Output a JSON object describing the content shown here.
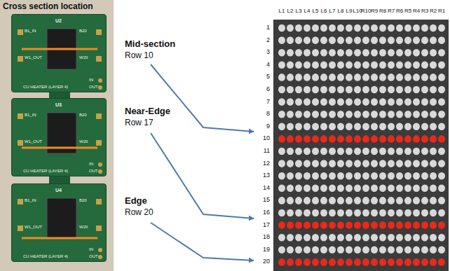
{
  "diagram": {
    "nodes": [
      {
        "text": [
          "U2",
          "B1_IN",
          "W1_OUT",
          "B20",
          "W20",
          "IN",
          "OUT",
          "CU HEATER (LAYER 4)"
        ]
      },
      {
        "text": [
          "U3",
          "B1_IN",
          "W1_OUT",
          "B20",
          "W20",
          "IN",
          "OUT",
          "CU HEATER (LAYER 4)"
        ]
      },
      {
        "text": [
          "U4",
          "B1_IN",
          "W1_OUT",
          "B20",
          "W20",
          "IN",
          "OUT",
          "CU HEATER (LAYER 4)"
        ]
      }
    ],
    "labels": [
      "Cross section location",
      "Mid-section",
      "Row 10",
      "Near-Edge",
      "Row 17",
      "Edge",
      "Row 20",
      "L1",
      "L2",
      "L3",
      "L4",
      "L5",
      "L6",
      "L7",
      "L8",
      "L9",
      "L10",
      "R10",
      "R9",
      "R8",
      "R7",
      "R6",
      "R5",
      "R4",
      "R3",
      "R2",
      "R1",
      "1",
      "2",
      "3",
      "4",
      "5",
      "6",
      "7",
      "8",
      "9",
      "10",
      "11",
      "12",
      "13",
      "14",
      "15",
      "16",
      "17",
      "18",
      "19",
      "20"
    ]
  }
}
